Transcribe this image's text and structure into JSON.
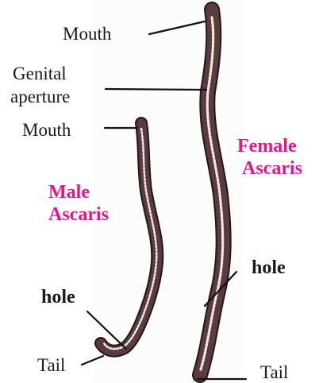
{
  "labels": {
    "female_mouth": "Mouth",
    "genital_aperture_line1": "Genital",
    "genital_aperture_line2": "aperture",
    "male_mouth": "Mouth",
    "female_name_line1": "Female",
    "female_name_line2": "Ascaris",
    "male_name_line1": "Male",
    "male_name_line2": "Ascaris",
    "female_hole": "hole",
    "male_hole": "hole",
    "male_tail": "Tail",
    "female_tail": "Tail"
  },
  "colors": {
    "worm_body": "#5a3c40",
    "worm_outline": "#241517",
    "worm_core": "#f2e9e2",
    "leader_line": "#111111",
    "species_label": "#e6168a",
    "text": "#1a1a1a"
  }
}
